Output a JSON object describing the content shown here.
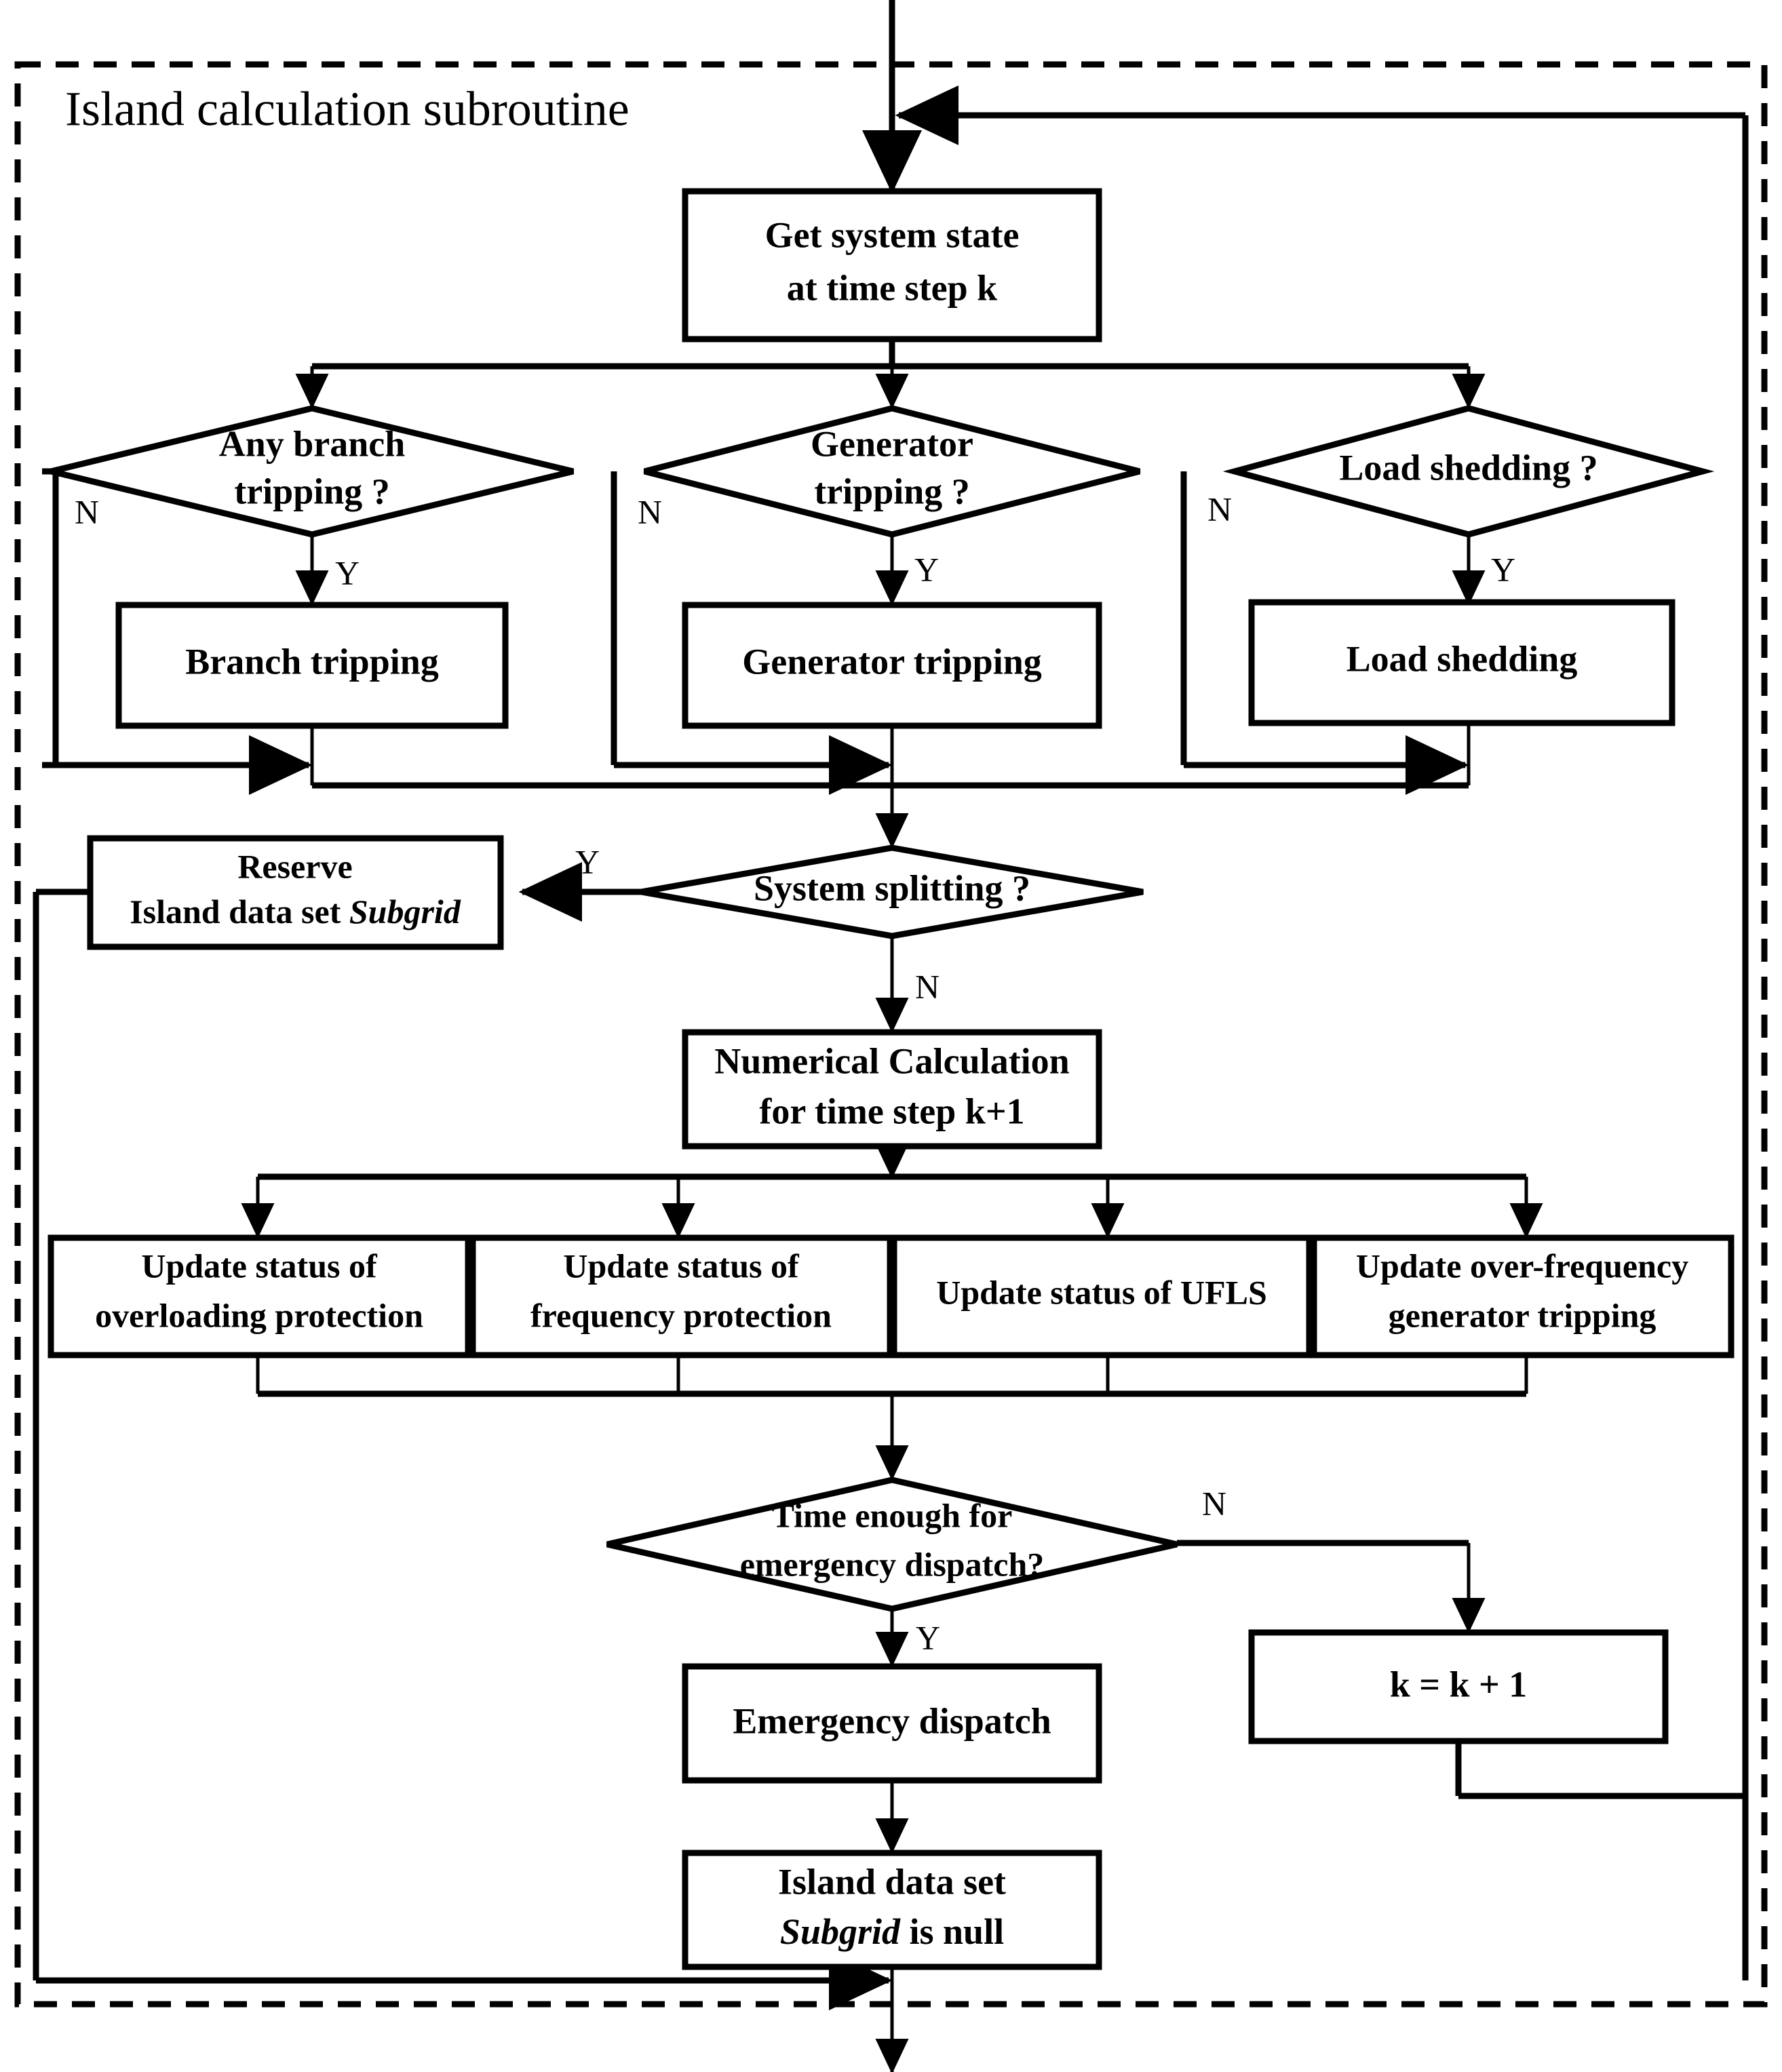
{
  "diagram": {
    "title": "Island calculation subroutine",
    "type": "flowchart",
    "container_style": "dashed-border",
    "colors": {
      "stroke": "#000000",
      "fill": "#ffffff",
      "text": "#000000"
    },
    "nodes": [
      {
        "id": "get-system-state",
        "shape": "process",
        "text_lines": [
          "Get system state",
          "at time step k"
        ]
      },
      {
        "id": "any-branch-tripping",
        "shape": "decision",
        "text_lines": [
          "Any branch",
          "tripping ?"
        ]
      },
      {
        "id": "generator-tripping-decision",
        "shape": "decision",
        "text_lines": [
          "Generator",
          "tripping ?"
        ]
      },
      {
        "id": "load-shedding-decision",
        "shape": "decision",
        "text_lines": [
          "Load shedding ?"
        ]
      },
      {
        "id": "branch-tripping",
        "shape": "process",
        "text_lines": [
          "Branch tripping"
        ]
      },
      {
        "id": "generator-tripping",
        "shape": "process",
        "text_lines": [
          "Generator tripping"
        ]
      },
      {
        "id": "load-shedding",
        "shape": "process",
        "text_lines": [
          "Load shedding"
        ]
      },
      {
        "id": "system-splitting",
        "shape": "decision",
        "text_lines": [
          "System splitting ?"
        ]
      },
      {
        "id": "reserve-island-data-set",
        "shape": "process",
        "text_lines": [
          "Reserve",
          "Island data set Subgrid"
        ],
        "italic_word": "Subgrid"
      },
      {
        "id": "numerical-calculation",
        "shape": "process",
        "text_lines": [
          "Numerical Calculation",
          "for time step k+1"
        ]
      },
      {
        "id": "update-overloading-protection",
        "shape": "process",
        "text_lines": [
          "Update status of",
          "overloading protection"
        ]
      },
      {
        "id": "update-frequency-protection",
        "shape": "process",
        "text_lines": [
          "Update status of",
          "frequency protection"
        ]
      },
      {
        "id": "update-ufls",
        "shape": "process",
        "text_lines": [
          "Update status of UFLS"
        ]
      },
      {
        "id": "update-over-frequency-generator-tripping",
        "shape": "process",
        "text_lines": [
          "Update over-frequency",
          "generator tripping"
        ]
      },
      {
        "id": "time-enough-emergency-dispatch",
        "shape": "decision",
        "text_lines": [
          "Time enough for",
          "emergency dispatch?"
        ]
      },
      {
        "id": "emergency-dispatch",
        "shape": "process",
        "text_lines": [
          "Emergency dispatch"
        ]
      },
      {
        "id": "island-data-set-null",
        "shape": "process",
        "text_lines": [
          "Island data set",
          "Subgrid is null"
        ],
        "italic_word": "Subgrid"
      },
      {
        "id": "k-increment",
        "shape": "process",
        "text_lines": [
          "k = k + 1"
        ]
      }
    ],
    "edge_labels": {
      "branch_no": "N",
      "branch_yes": "Y",
      "generator_no": "N",
      "generator_yes": "Y",
      "loadshed_no": "N",
      "loadshed_yes": "Y",
      "splitting_yes": "Y",
      "splitting_no": "N",
      "dispatch_no": "N",
      "dispatch_yes": "Y"
    }
  }
}
